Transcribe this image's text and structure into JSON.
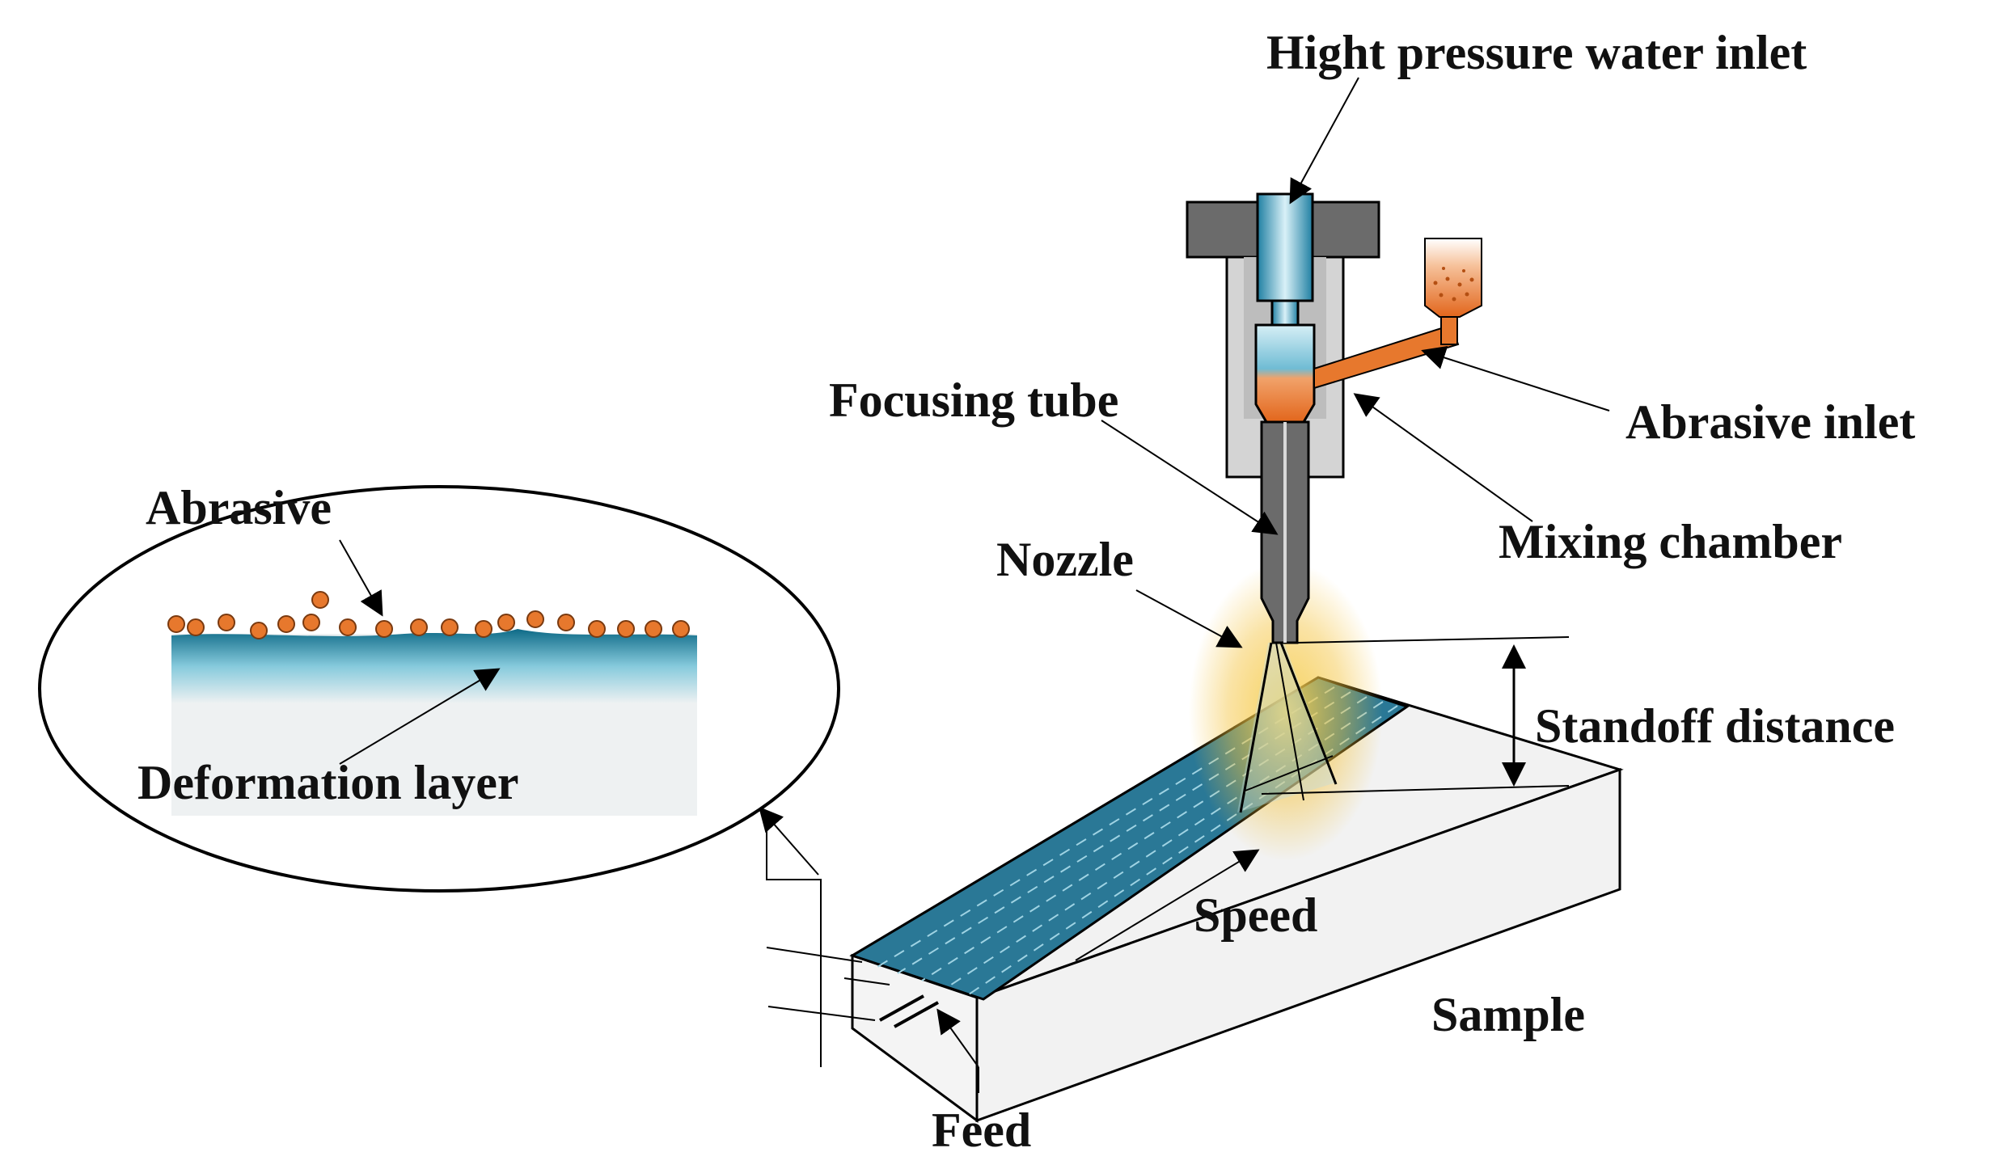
{
  "labels": {
    "water_inlet": "Hight pressure water inlet",
    "focusing_tube": "Focusing tube",
    "abrasive_inlet": "Abrasive inlet",
    "mixing_chamber": "Mixing chamber",
    "nozzle": "Nozzle",
    "standoff_distance": "Standoff distance",
    "speed": "Speed",
    "sample": "Sample",
    "feed": "Feed",
    "abrasive": "Abrasive",
    "deformation_layer": "Deformation layer"
  },
  "colors": {
    "water": "#3fa1bf",
    "abrasive": "#e7782d",
    "nozzle_body": "#cfcfcf",
    "dark_grey": "#6b6b6b",
    "groove": "#2a7896",
    "glow": "#f2b51e"
  },
  "icons": {
    "arrow": "arrow-head"
  }
}
